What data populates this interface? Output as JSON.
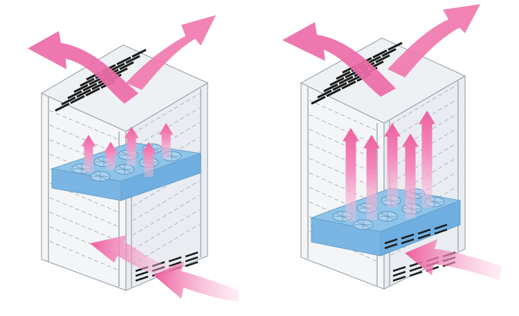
{
  "figure": {
    "panels": [
      {
        "id": "left-rack",
        "fan_tray_position": "middle",
        "vertical_arrow_count": 5,
        "top_arrow_count": 2,
        "intake_arrow_count": 2
      },
      {
        "id": "right-rack",
        "fan_tray_position": "bottom",
        "vertical_arrow_count": 5,
        "top_arrow_count": 2,
        "intake_arrow_count": 1
      }
    ],
    "colors": {
      "cabinet_fill": "#f4f6f8",
      "cabinet_edge": "#9aa3ad",
      "dashed_lines": "#aab2ba",
      "fan_tray": "#8fc4ea",
      "fan_tray_side": "#6eaee0",
      "arrow": "#f16fab",
      "arrow_light": "#f9c4dc",
      "vent": "#1b1b1b"
    },
    "icons": [
      "airflow-arrow-icon",
      "fan-icon",
      "vent-slot-icon"
    ]
  }
}
